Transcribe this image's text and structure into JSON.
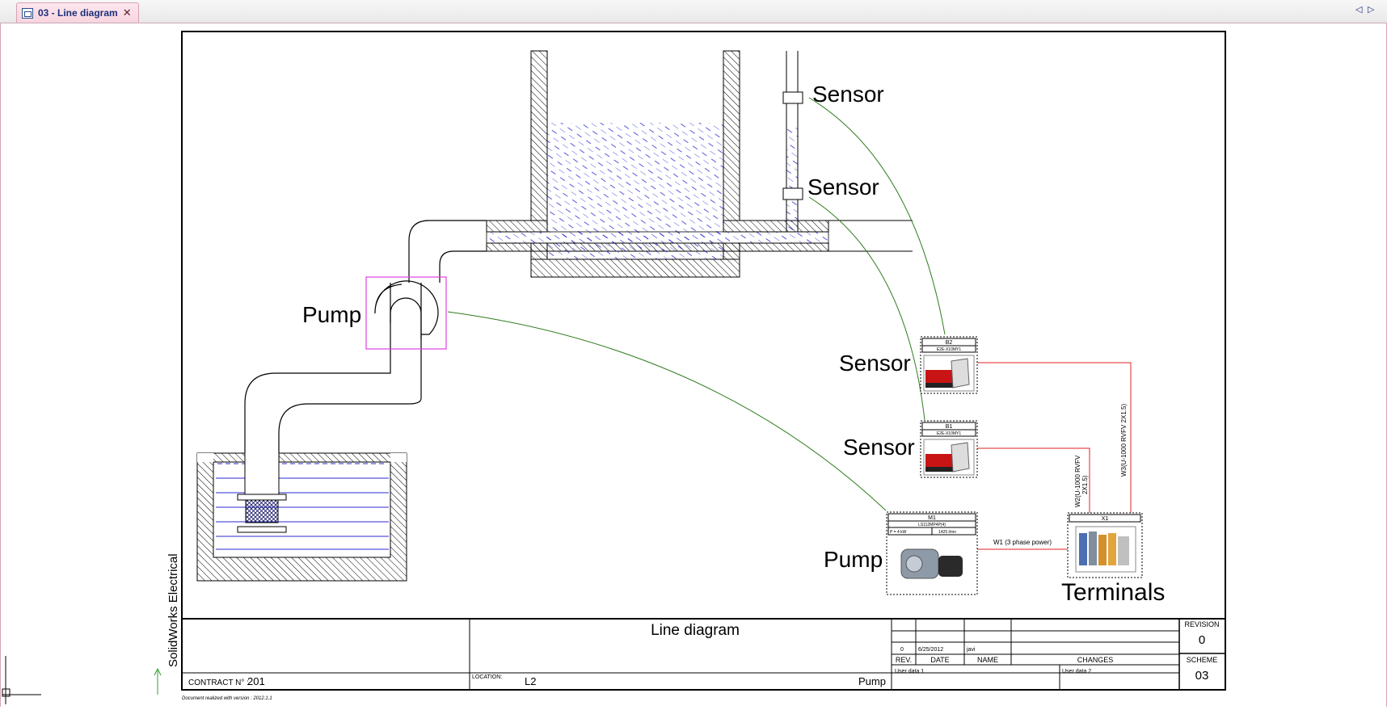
{
  "tab": {
    "title": "03 - Line diagram",
    "icon": "schematic-doc-icon"
  },
  "nav": {
    "left": "◁",
    "right": "▷"
  },
  "drawing": {
    "labels": {
      "sensor_top": "Sensor",
      "sensor_mid": "Sensor",
      "pump_left": "Pump",
      "sensor_b2": "Sensor",
      "sensor_b1": "Sensor",
      "pump_m1": "Pump",
      "terminals": "Terminals"
    },
    "components": {
      "b2": {
        "tag": "B2",
        "ref": "E2E-X10MY1"
      },
      "b1": {
        "tag": "B1",
        "ref": "E2E-X10MY1"
      },
      "m1": {
        "tag": "M1",
        "ref": "LS112MP4P(4)",
        "power": "P = 4 kW",
        "speed": "1425 l/mn"
      },
      "x1": {
        "tag": "X1"
      }
    },
    "wires": {
      "w1": "W1 (3 phase power)",
      "w2_line1": "W2(U-1000 RVFV",
      "w2_line2": "2X1.5)",
      "w3": "W3(U-1000 RVFV 2X1.5)"
    },
    "vendor": "SolidWorks Electrical"
  },
  "title_block": {
    "title": "Line diagram",
    "contract_label": "CONTRACT N° :",
    "contract_value": "201",
    "location_label": "LOCATION:",
    "location_value": "L2",
    "pump_field": "Pump",
    "rev_row": {
      "rev": "0",
      "date": "6/25/2012",
      "name": "javi"
    },
    "headers": {
      "rev": "REV.",
      "date": "DATE",
      "name": "NAME",
      "changes": "CHANGES"
    },
    "user_data_1": "User data 1",
    "user_data_2": "User data 2",
    "revision_label": "REVISION",
    "revision_value": "0",
    "scheme_label": "SCHEME",
    "scheme_value": "03"
  },
  "footer_note": "Document realized with version : 2012.1.1",
  "colors": {
    "water": "#2b2bd6",
    "cable_green": "#2f7d1e",
    "wire_red": "#e02020",
    "selection": "#e040e0"
  }
}
